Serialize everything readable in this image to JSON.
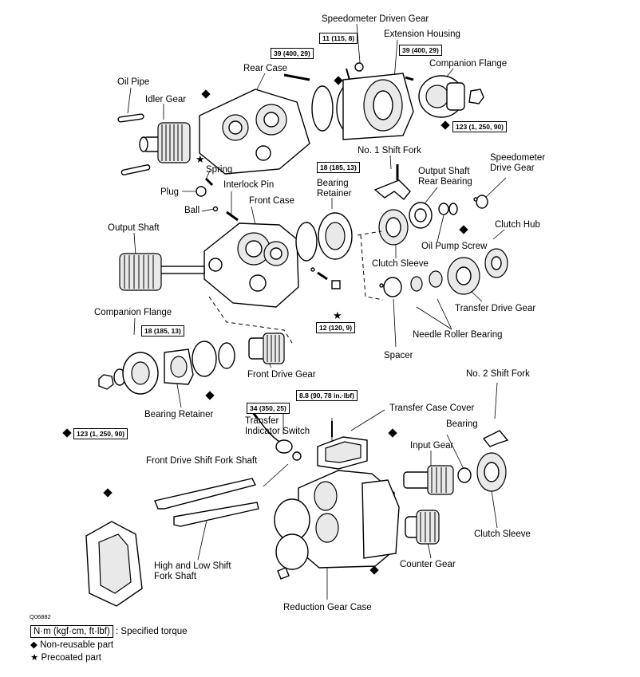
{
  "figure_code": "Q06882",
  "labels": {
    "speedometer_driven_gear": "Speedometer Driven Gear",
    "extension_housing": "Extension Housing",
    "rear_case": "Rear Case",
    "companion_flange_top": "Companion Flange",
    "oil_pipe": "Oil Pipe",
    "idler_gear": "Idler Gear",
    "no1_shift_fork": "No. 1 Shift Fork",
    "speedometer_drive_gear": "Speedometer Drive Gear",
    "output_shaft_rear_bearing": "Output Shaft Rear Bearing",
    "spring": "Spring",
    "interlock_pin": "Interlock Pin",
    "bearing_retainer_top": "Bearing Retainer",
    "plug": "Plug",
    "ball": "Ball",
    "front_case": "Front Case",
    "clutch_hub": "Clutch Hub",
    "oil_pump_screw": "Oil Pump Screw",
    "output_shaft": "Output Shaft",
    "clutch_sleeve_top": "Clutch Sleeve",
    "transfer_drive_gear": "Transfer Drive Gear",
    "needle_roller_bearing": "Needle Roller Bearing",
    "companion_flange_mid": "Companion Flange",
    "spacer": "Spacer",
    "front_drive_gear": "Front Drive Gear",
    "bearing_retainer_mid": "Bearing Retainer",
    "no2_shift_fork": "No. 2 Shift Fork",
    "transfer_case_cover": "Transfer Case Cover",
    "transfer_indicator_switch": "Transfer Indicator Switch",
    "bearing": "Bearing",
    "input_gear": "Input Gear",
    "front_drive_shift_fork_shaft": "Front Drive Shift Fork Shaft",
    "clutch_sleeve_bottom": "Clutch Sleeve",
    "high_low_shift_fork_shaft": "High and Low Shift Fork Shaft",
    "counter_gear": "Counter Gear",
    "reduction_gear_case": "Reduction Gear Case"
  },
  "torques": {
    "t11": "11 (115, 8)",
    "t39_left": "39 (400, 29)",
    "t39_right": "39 (400, 29)",
    "t123_top": "123 (1, 250, 90)",
    "t18_top": "18 (185, 13)",
    "t12": "12 (120, 9)",
    "t18_mid": "18 (185, 13)",
    "t123_mid": "123 (1, 250, 90)",
    "t34": "34 (350, 25)",
    "t88": "8.8 (90, 78 in.·lbf)"
  },
  "legend": {
    "torque_unit": "N·m (kgf·cm, ft·lbf)",
    "torque_desc": ": Specified torque",
    "nonreusable": "Non-reusable part",
    "precoated": "Precoated part",
    "diamond_symbol": "◆",
    "star_symbol": "★"
  }
}
